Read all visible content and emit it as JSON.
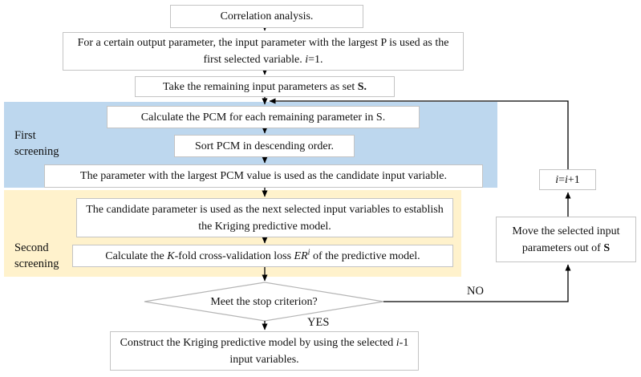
{
  "title": "Iterative variable screening flowchart for Kriging predictive model",
  "regions": {
    "first_screening": {
      "label": "First\nscreening",
      "color": "#BDD7EE"
    },
    "second_screening": {
      "label": "Second\nscreening",
      "color": "#FFF2CC"
    }
  },
  "nodes": {
    "correlation": {
      "segments": [
        {
          "text": "Correlation analysis."
        }
      ]
    },
    "first_variable": {
      "segments": [
        {
          "text": "For a certain output parameter, the input parameter with the largest P is used as the first selected variable. "
        },
        {
          "text": "i",
          "style": "italic"
        },
        {
          "text": "=1."
        }
      ]
    },
    "remaining_set": {
      "segments": [
        {
          "text": "Take the remaining input parameters as set "
        },
        {
          "text": "S.",
          "style": "bold"
        }
      ]
    },
    "calculate_pcm": {
      "segments": [
        {
          "text": "Calculate the PCM for each remaining parameter in S."
        }
      ]
    },
    "sort_pcm": {
      "segments": [
        {
          "text": "Sort PCM in descending order."
        }
      ]
    },
    "largest_pcm": {
      "segments": [
        {
          "text": "The parameter with the largest PCM value is used as the candidate input variable."
        }
      ]
    },
    "candidate_model": {
      "segments": [
        {
          "text": "The candidate parameter is used as the next selected input variables to establish the Kriging predictive model."
        }
      ]
    },
    "cross_validation": {
      "segments": [
        {
          "text": "Calculate the "
        },
        {
          "text": "K",
          "style": "italic"
        },
        {
          "text": "-fold cross-validation loss "
        },
        {
          "text": "ER",
          "style": "italic"
        },
        {
          "text": "i",
          "style": "sup-italic"
        },
        {
          "text": " of the predictive model."
        }
      ]
    },
    "stop_criterion": {
      "segments": [
        {
          "text": "Meet the stop criterion?"
        }
      ]
    },
    "construct_model": {
      "segments": [
        {
          "text": "Construct the Kriging predictive model by using the selected "
        },
        {
          "text": "i",
          "style": "italic"
        },
        {
          "text": "-1 input variables."
        }
      ]
    },
    "increment": {
      "segments": [
        {
          "text": "i",
          "style": "italic"
        },
        {
          "text": "="
        },
        {
          "text": "i",
          "style": "italic"
        },
        {
          "text": "+1"
        }
      ]
    },
    "move_out": {
      "segments": [
        {
          "text": "Move the selected input parameters out of "
        },
        {
          "text": "S",
          "style": "bold"
        }
      ]
    }
  },
  "branch_labels": {
    "yes": "YES",
    "no": "NO"
  },
  "colors": {
    "first_screening_fill": "#BDD7EE",
    "second_screening_fill": "#FFF2CC",
    "node_fill": "#FFFFFF",
    "node_border": "#C4C4C4",
    "diamond_border": "#B5B5B5",
    "arrow": "#000000",
    "text": "#111111"
  }
}
